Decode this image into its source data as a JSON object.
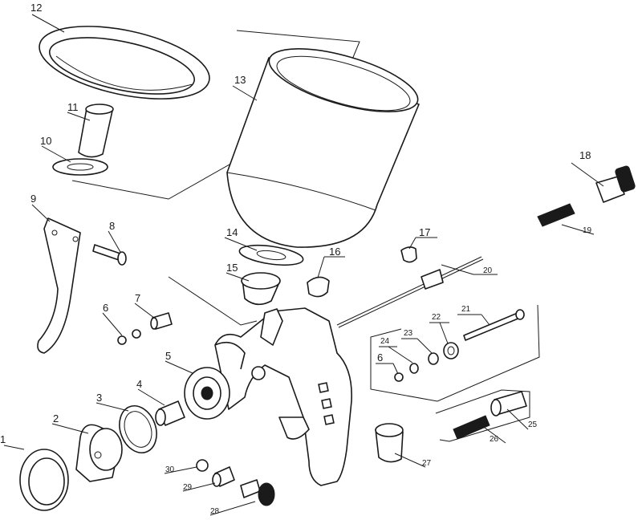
{
  "diagram": {
    "callouts": [
      {
        "id": "1",
        "label": "1"
      },
      {
        "id": "2",
        "label": "2"
      },
      {
        "id": "3",
        "label": "3"
      },
      {
        "id": "4",
        "label": "4"
      },
      {
        "id": "5",
        "label": "5"
      },
      {
        "id": "6a",
        "label": "6"
      },
      {
        "id": "6b",
        "label": "6"
      },
      {
        "id": "7",
        "label": "7"
      },
      {
        "id": "8",
        "label": "8"
      },
      {
        "id": "9",
        "label": "9"
      },
      {
        "id": "10",
        "label": "10"
      },
      {
        "id": "11",
        "label": "11"
      },
      {
        "id": "12",
        "label": "12"
      },
      {
        "id": "13",
        "label": "13"
      },
      {
        "id": "14",
        "label": "14"
      },
      {
        "id": "15",
        "label": "15"
      },
      {
        "id": "16",
        "label": "16"
      },
      {
        "id": "17",
        "label": "17"
      },
      {
        "id": "18",
        "label": "18"
      },
      {
        "id": "19",
        "label": "19"
      },
      {
        "id": "20",
        "label": "20"
      },
      {
        "id": "21",
        "label": "21"
      },
      {
        "id": "22",
        "label": "22"
      },
      {
        "id": "23",
        "label": "23"
      },
      {
        "id": "24",
        "label": "24"
      },
      {
        "id": "25",
        "label": "25"
      },
      {
        "id": "26",
        "label": "26"
      },
      {
        "id": "27",
        "label": "27"
      },
      {
        "id": "28",
        "label": "28"
      },
      {
        "id": "29",
        "label": "29"
      },
      {
        "id": "30",
        "label": "30"
      }
    ]
  },
  "colors": {
    "ink": "#1a1a1a",
    "paper": "#ffffff"
  }
}
